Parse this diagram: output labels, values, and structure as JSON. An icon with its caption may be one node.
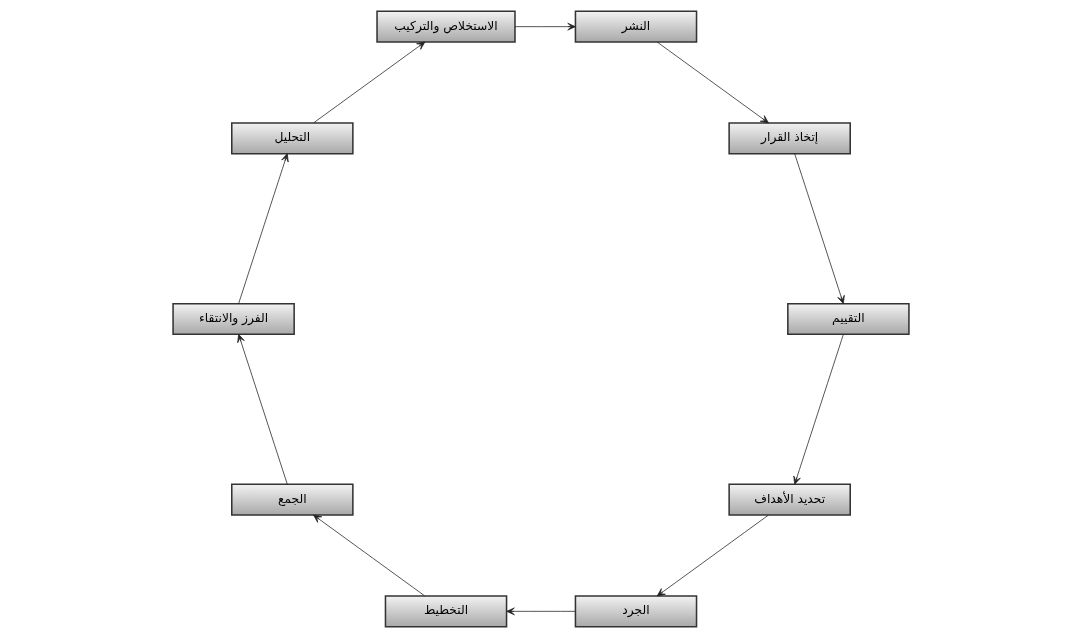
{
  "diagram": {
    "nodes": [
      {
        "text": [
          "تحديد الأهداف"
        ]
      },
      {
        "text": [
          "الجرد"
        ]
      },
      {
        "text": [
          "التخطيط"
        ]
      },
      {
        "text": [
          "الجمع"
        ]
      },
      {
        "text": [
          "الفرز والانتقاء"
        ]
      },
      {
        "text": [
          "التحليل"
        ]
      },
      {
        "text": [
          "الاستخلاص والتركيب"
        ]
      },
      {
        "text": [
          "النشر"
        ]
      },
      {
        "text": [
          "إتخاذ القرار"
        ]
      },
      {
        "text": [
          "التقييم"
        ]
      }
    ],
    "edges": [
      {
        "from": 0,
        "to": 1,
        "arrow": "to"
      },
      {
        "from": 1,
        "to": 2,
        "arrow": "to"
      },
      {
        "from": 2,
        "to": 3,
        "arrow": "to"
      },
      {
        "from": 3,
        "to": 4,
        "arrow": "to"
      },
      {
        "from": 4,
        "to": 5,
        "arrow": "to"
      },
      {
        "from": 5,
        "to": 6,
        "arrow": "to"
      },
      {
        "from": 6,
        "to": 7,
        "arrow": "to"
      },
      {
        "from": 7,
        "to": 8,
        "arrow": "to"
      },
      {
        "from": 8,
        "to": 9,
        "arrow": "to"
      },
      {
        "from": 9,
        "to": 0,
        "arrow": "to"
      }
    ]
  }
}
